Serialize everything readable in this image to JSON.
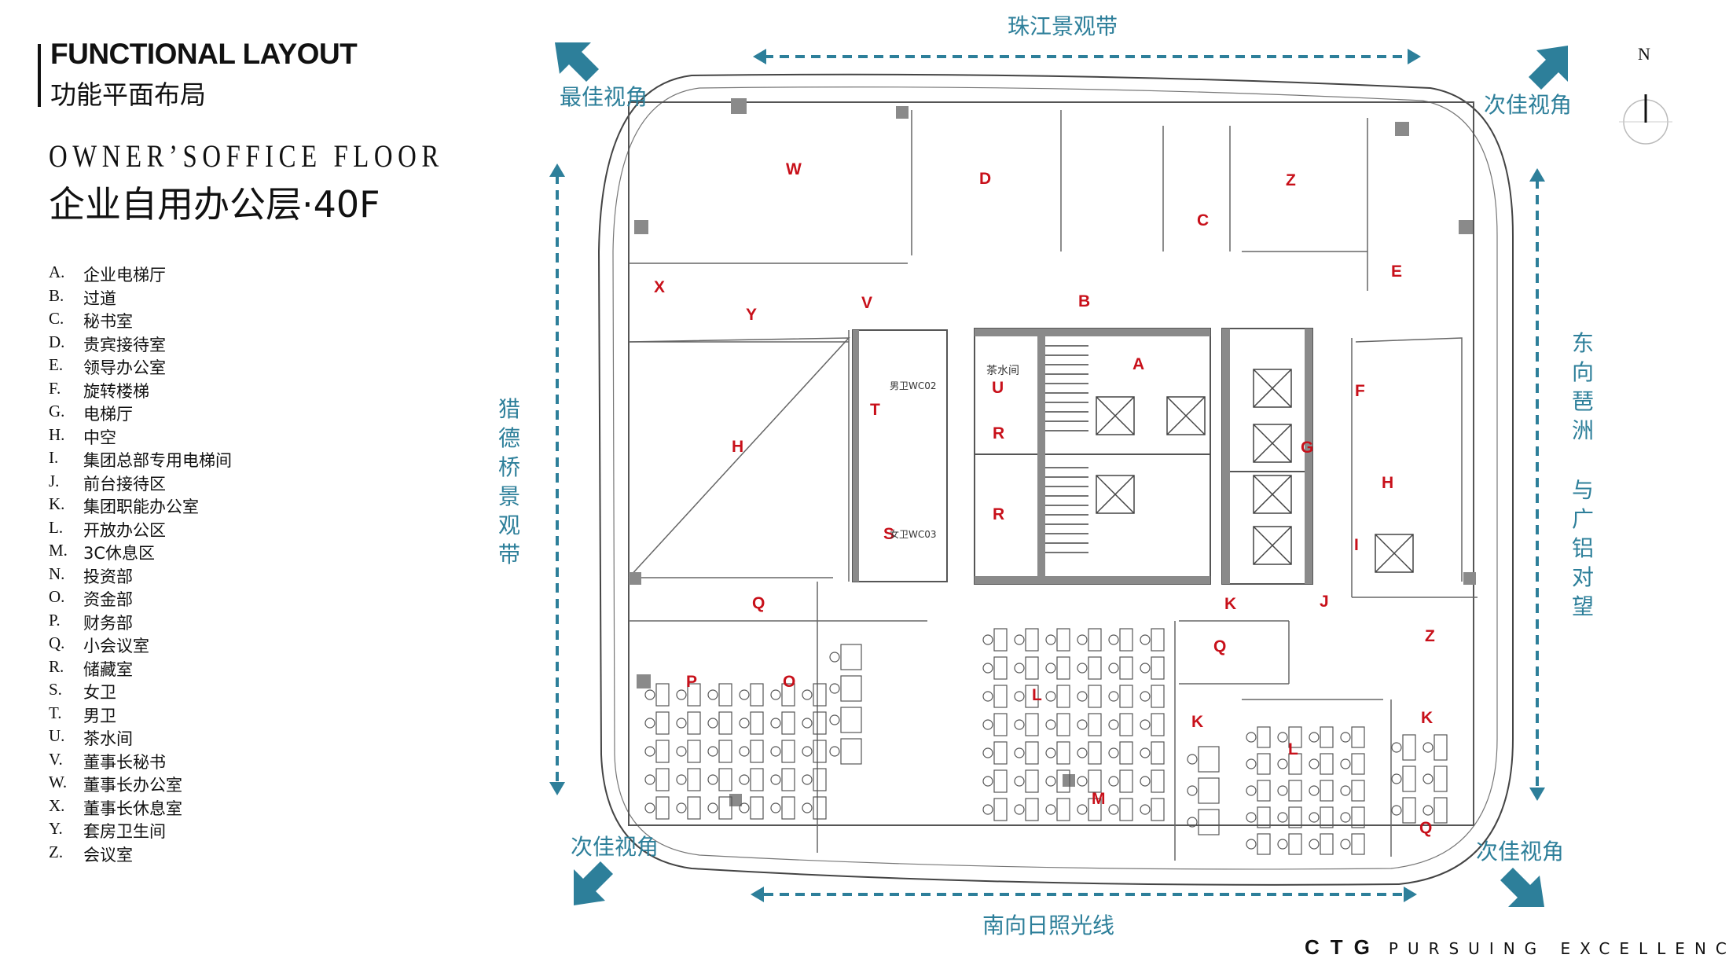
{
  "header": {
    "title_en": "FUNCTIONAL LAYOUT",
    "title_cn": "功能平面布局",
    "floor_en": "OWNER’SOFFICE FLOOR",
    "floor_cn": "企业自用办公层·40F"
  },
  "legend": [
    {
      "key": "A.",
      "label": "企业电梯厅"
    },
    {
      "key": "B.",
      "label": "过道"
    },
    {
      "key": "C.",
      "label": "秘书室"
    },
    {
      "key": "D.",
      "label": "贵宾接待室"
    },
    {
      "key": "E.",
      "label": "领导办公室"
    },
    {
      "key": "F.",
      "label": "旋转楼梯"
    },
    {
      "key": "G.",
      "label": "电梯厅"
    },
    {
      "key": "H.",
      "label": "中空"
    },
    {
      "key": "I.",
      "label": "集团总部专用电梯间"
    },
    {
      "key": "J.",
      "label": "前台接待区"
    },
    {
      "key": "K.",
      "label": "集团职能办公室"
    },
    {
      "key": "L.",
      "label": "开放办公区"
    },
    {
      "key": "M.",
      "label": "3C休息区"
    },
    {
      "key": "N.",
      "label": "投资部"
    },
    {
      "key": "O.",
      "label": "资金部"
    },
    {
      "key": "P.",
      "label": "财务部"
    },
    {
      "key": "Q.",
      "label": "小会议室"
    },
    {
      "key": "R.",
      "label": "储藏室"
    },
    {
      "key": "S.",
      "label": "女卫"
    },
    {
      "key": "T.",
      "label": "男卫"
    },
    {
      "key": "U.",
      "label": "茶水间"
    },
    {
      "key": "V.",
      "label": "董事长秘书"
    },
    {
      "key": "W.",
      "label": "董事长办公室"
    },
    {
      "key": "X.",
      "label": "董事长休息室"
    },
    {
      "key": "Y.",
      "label": "套房卫生间"
    },
    {
      "key": "Z.",
      "label": "会议室"
    }
  ],
  "directions": {
    "north": "珠江景观带",
    "south": "南向日照光线",
    "west": "猎德桥景观带",
    "east_1": "东向琶洲",
    "east_2": "与广铝对望",
    "best_view": "最佳视角",
    "second_view_ne": "次佳视角",
    "second_view_sw": "次佳视角",
    "second_view_se": "次佳视角",
    "compass": "N"
  },
  "plan": {
    "room_labels": [
      "W",
      "D",
      "C",
      "Z",
      "E",
      "X",
      "Y",
      "V",
      "B",
      "A",
      "U",
      "R",
      "R",
      "T",
      "S",
      "G",
      "F",
      "H",
      "H",
      "I",
      "K",
      "J",
      "Q",
      "Z",
      "Q",
      "P",
      "O",
      "L",
      "K",
      "K",
      "L",
      "M",
      "Q"
    ],
    "room_texts": {
      "tea": "茶水间",
      "male_wc": "男卫WC02",
      "female_wc": "女卫WC03"
    }
  },
  "footer": {
    "brand": "CTG",
    "slogan": "PURSUING  EXCELLENCE"
  },
  "colors": {
    "accent": "#2d7f9a",
    "label": "#c8101a"
  }
}
